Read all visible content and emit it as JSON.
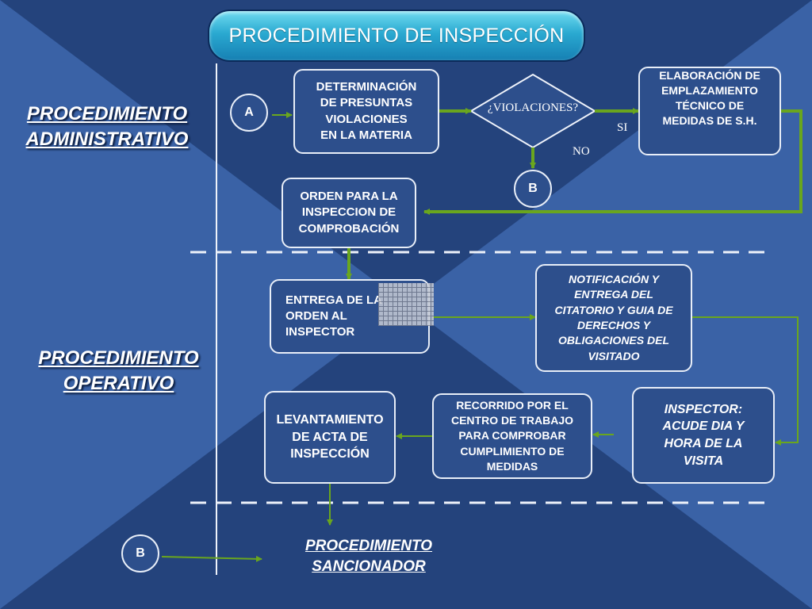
{
  "title": "PROCEDIMIENTO DE INSPECCIÓN",
  "sections": {
    "administrativo": "PROCEDIMIENTO\nADMINISTRATIVO",
    "operativo": "PROCEDIMIENTO\nOPERATIVO",
    "sancionador": "PROCEDIMIENTO\nSANCIONADOR"
  },
  "connectors": {
    "a": "A",
    "b_top": "B",
    "b_bottom": "B"
  },
  "decision": {
    "label": "¿VIOLACIONES?",
    "yes": "SI",
    "no": "NO"
  },
  "boxes": {
    "determinacion": "DETERMINACIÓN\nDE PRESUNTAS\nVIOLACIONES\nEN LA MATERIA",
    "elaboracion": "ELABORACIÓN DE\nEMPLAZAMIENTO\nTÉCNICO DE\nMEDIDAS DE S.H.",
    "orden": "ORDEN PARA LA\nINSPECCION DE\nCOMPROBACIÓN",
    "entrega": "ENTREGA DE LA\nORDEN AL\nINSPECTOR",
    "notificacion": "NOTIFICACIÓN Y\nENTREGA DEL\nCITATORIO Y GUIA DE\nDERECHOS Y\nOBLIGACIONES DEL\nVISITADO",
    "inspector": "INSPECTOR:\nACUDE DIA Y\nHORA DE LA\nVISITA",
    "recorrido": "RECORRIDO POR EL\nCENTRO DE TRABAJO\nPARA COMPROBAR\nCUMPLIMIENTO DE\nMEDIDAS",
    "levantamiento": "LEVANTAMIENTO\nDE ACTA  DE\nINSPECCIÓN"
  },
  "colors": {
    "background": "#2d4f8c",
    "background_dark": "#1f3a6e",
    "background_light": "#3d64a8",
    "arrow": "#6aa61e",
    "banner": "#2aa9d1"
  }
}
